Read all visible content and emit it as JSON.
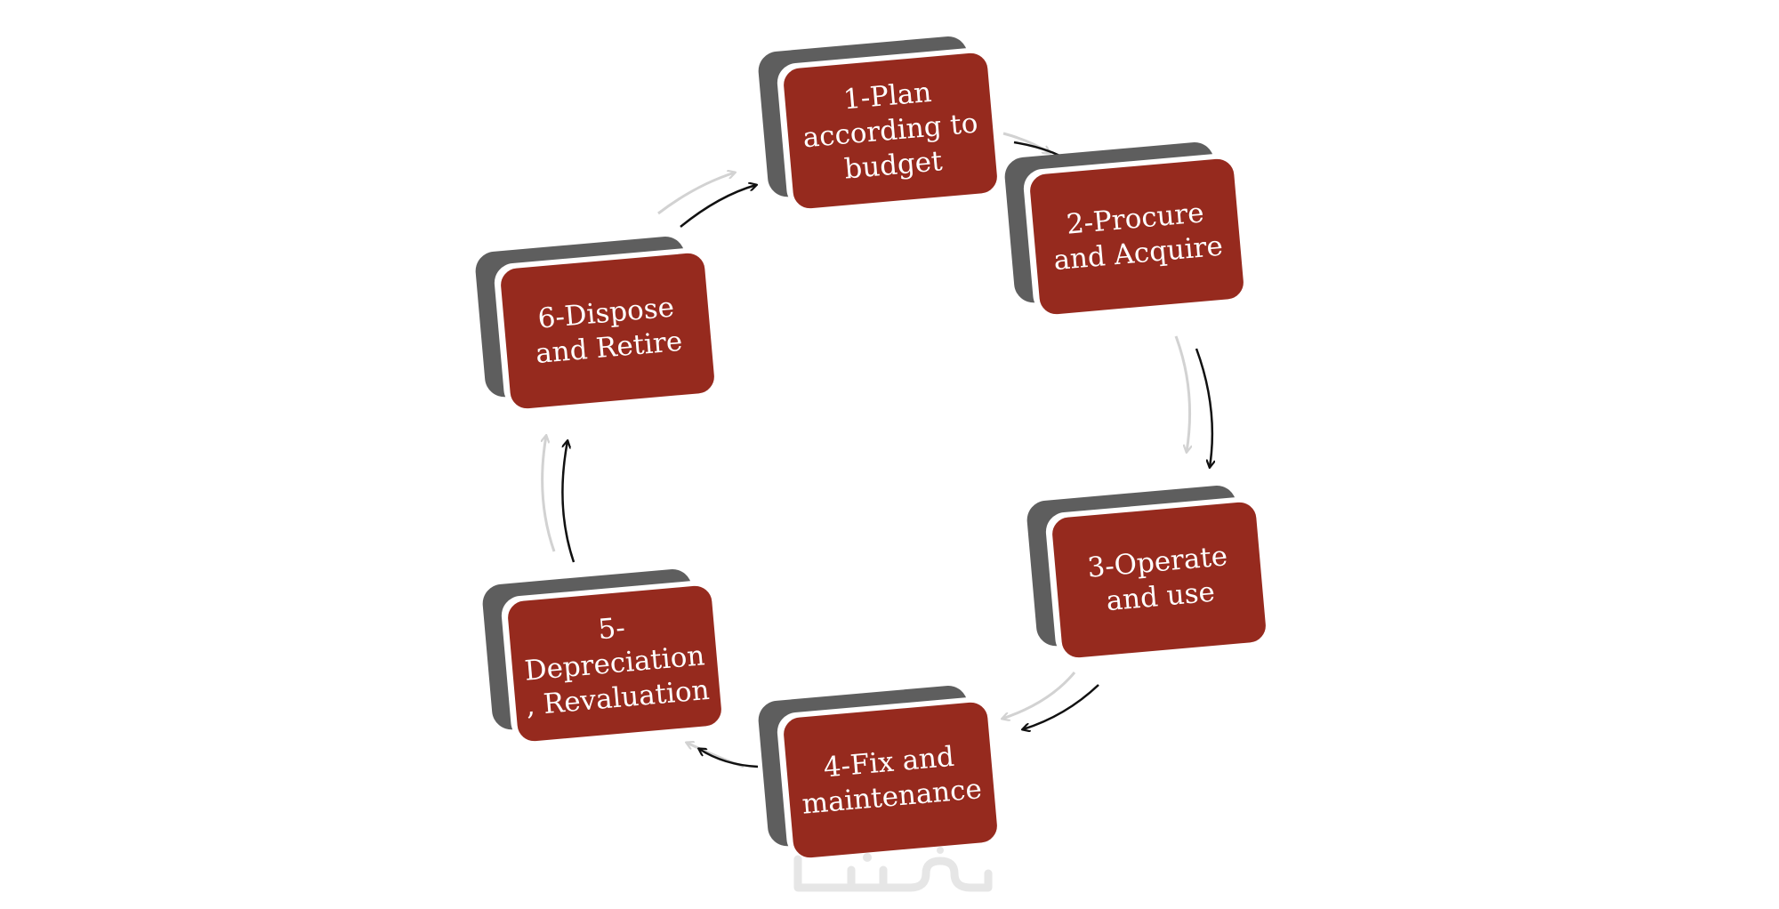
{
  "diagram": {
    "steps": [
      {
        "label": "1-Plan\naccording to\nbudget"
      },
      {
        "label": "2-Procure\nand Acquire"
      },
      {
        "label": "3-Operate\nand use"
      },
      {
        "label": "4-Fix and\nmaintenance"
      },
      {
        "label": "5-\nDepreciation\n, Revaluation"
      },
      {
        "label": "6-Dispose\nand Retire"
      }
    ]
  },
  "colors": {
    "box_face": "#962a1e",
    "box_side": "#5e5e5e",
    "arrow": "#111111",
    "arrow_shadow": "#d2d2d2",
    "watermark": "#e6e6e6"
  },
  "watermark": {
    "text": "خمسات"
  }
}
